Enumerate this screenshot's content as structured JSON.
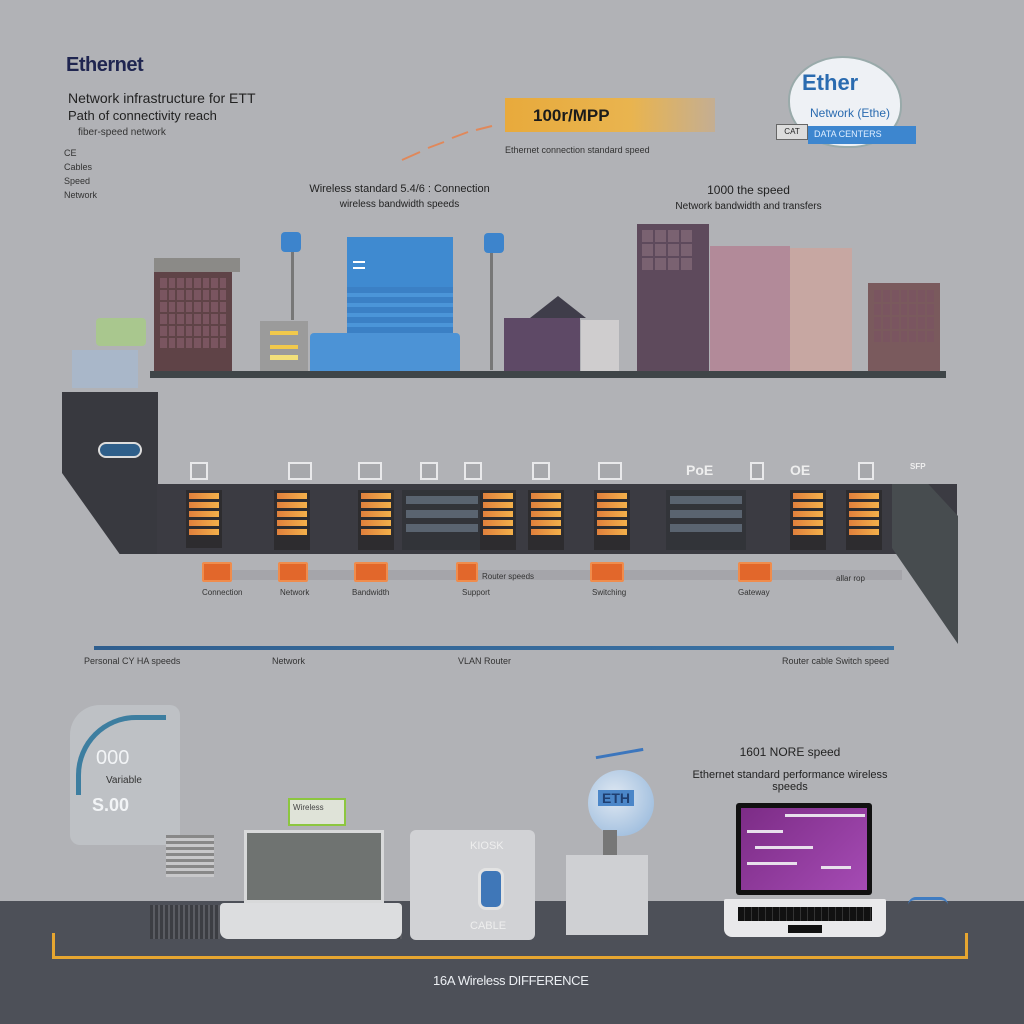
{
  "header": {
    "title": "Ethernet",
    "subtitle_line1": "Network infrastructure for ETT",
    "subtitle_line2": "Path of connectivity reach",
    "subtitle_line3": "fiber-speed network",
    "legend": [
      "CE",
      "Cables",
      "Speed",
      "Speed",
      "Network"
    ]
  },
  "speed_banner": {
    "label": "100r/MPP",
    "caption": "Ethernet connection standard speed",
    "accent": "#e8aa3c"
  },
  "badge": {
    "title": "Ether",
    "subtitle": "Network (Ethe)",
    "ribbon": "DATA CENTERS",
    "tag": "CAT",
    "accent": "#3d86cf"
  },
  "captions": {
    "mid_left_title": "Wireless standard 5.4/6 : Connection",
    "mid_left_body": "wireless bandwidth speeds",
    "mid_right_title": "1000 the speed",
    "mid_right_body": "Network bandwidth and transfers"
  },
  "rack": {
    "port_icons": [
      "port-icon",
      "port-icon",
      "port-icon",
      "port-icon",
      "port-icon",
      "port-icon",
      "port-icon",
      "PoE",
      "switch-icon",
      "OE",
      "router-icon",
      "SFP"
    ],
    "connectors": [
      {
        "label": "Connection"
      },
      {
        "label": "Network"
      },
      {
        "label": "Bandwidth"
      },
      {
        "label": "Support"
      },
      {
        "label": "Switching"
      },
      {
        "label": "Gateway"
      }
    ],
    "connector_side_label": "Router speeds",
    "right_label": "allar rop"
  },
  "axis": {
    "labels": [
      "Personal CY HA speeds",
      "Network",
      "VLAN Router",
      "Router cable Switch speed"
    ]
  },
  "bottom": {
    "bubble_number": "000",
    "bubble_label": "Variable",
    "bubble_speed": "S.00",
    "green_card": "Wireless",
    "device_label": "KIOSK",
    "device_label2": "CABLE",
    "globe_label": "ETH",
    "right_caption_title": "1601 NORE speed",
    "right_caption_body": "Ethernet standard performance wireless speeds",
    "footer": "16A Wireless   DIFFERENCE"
  }
}
